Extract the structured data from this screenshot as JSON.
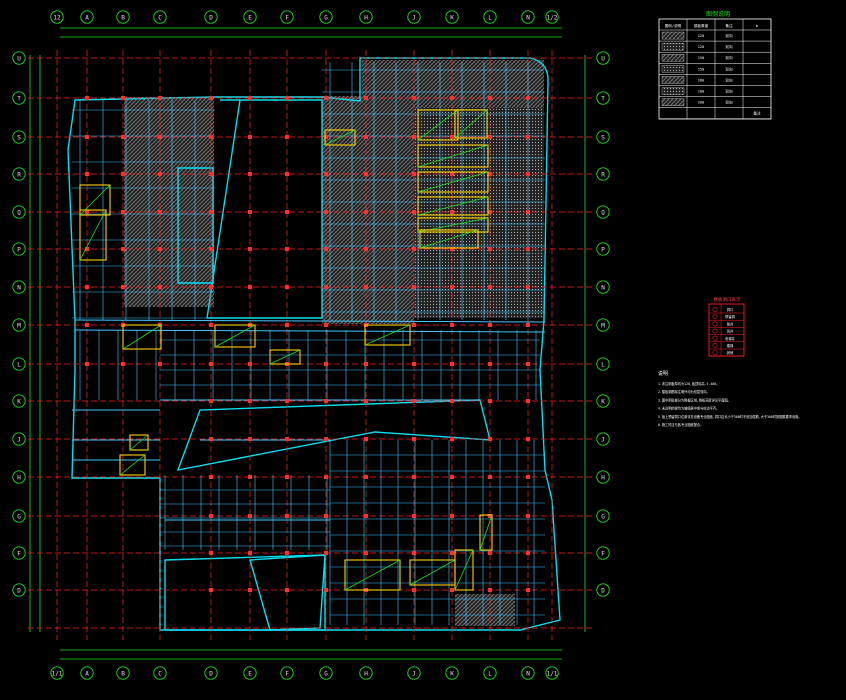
{
  "colors": {
    "background": "#000000",
    "grid_axis": "#ff2020",
    "axis_bubble": "#20e020",
    "wall": "#00e0f0",
    "beam": "#40c8ff",
    "highlight": "#ffd000",
    "annotation": "#20e020",
    "hatch": "#909090",
    "legend_border": "#ffffff",
    "legend2_border": "#ff2020"
  },
  "top_axes": [
    "12",
    "A",
    "B",
    "C",
    "D",
    "E",
    "F",
    "G",
    "H",
    "J",
    "K",
    "L",
    "N",
    "1/2"
  ],
  "bottom_axes": [
    "1/1",
    "A",
    "B",
    "C",
    "D",
    "E",
    "F",
    "G",
    "H",
    "J",
    "K",
    "L",
    "N",
    "1/1"
  ],
  "left_axes": [
    "U",
    "T",
    "S",
    "R",
    "Q",
    "P",
    "N",
    "M",
    "L",
    "K",
    "J",
    "H",
    "G",
    "F",
    "D"
  ],
  "right_axes": [
    "U",
    "T",
    "S",
    "R",
    "Q",
    "P",
    "N",
    "M",
    "L",
    "K",
    "J",
    "H",
    "G",
    "F",
    "D"
  ],
  "legend": {
    "title": "图例说明",
    "header": [
      "图例/说明",
      "楼板厚度",
      "备注",
      "b"
    ],
    "rows": [
      [
        "",
        "120",
        "双向",
        ""
      ],
      [
        "",
        "120",
        "双向",
        ""
      ],
      [
        "",
        "150",
        "双向",
        ""
      ],
      [
        "",
        "150",
        "双向",
        ""
      ],
      [
        "",
        "180",
        "双向",
        ""
      ],
      [
        "",
        "180",
        "双向",
        ""
      ],
      [
        "",
        "200",
        "双向",
        ""
      ],
      [
        "",
        "",
        "",
        "备注"
      ]
    ]
  },
  "legend2": {
    "title": "楼板洞口表示",
    "rows": [
      "洞口",
      "预留洞",
      "管井",
      "风井",
      "电梯井",
      "楼梯",
      "其他"
    ]
  },
  "notes": {
    "title": "说明",
    "lines": [
      "1.未注明板厚均为120,板顶标高-5.400。",
      "2.楼板钢筋除注明外均为双层双向。",
      "3.图中阴影部分为降板区域,降板高度详见平面图。",
      "4.未注明的梁均为轴线居中或与柱边平齐。",
      "5.板上预留洞口位置详见设备专业图纸,洞口边长小于300时不设加强筋,大于300时按图集要求设置。",
      "6.施工时应与各专业图纸配合。"
    ]
  }
}
